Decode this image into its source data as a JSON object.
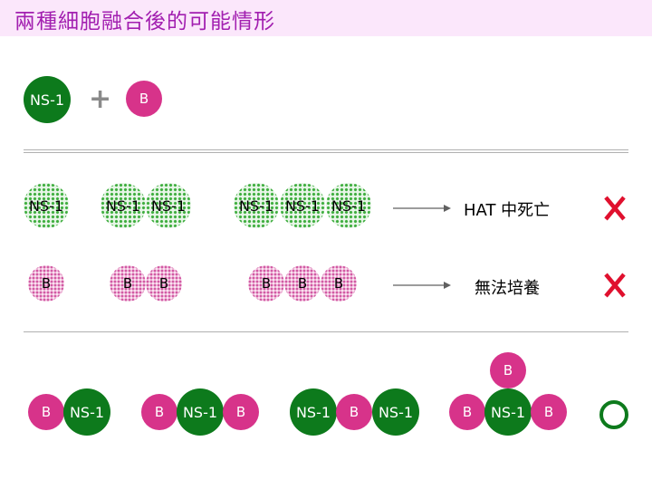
{
  "title": "兩種細胞融合後的可能情形",
  "cells": {
    "ns1": "NS-1",
    "b": "B"
  },
  "plus": "+",
  "results": {
    "ns1_row": "HAT 中死亡",
    "b_row": "無法培養"
  },
  "icons": {
    "fail": "red-x-icon",
    "success": "green-circle-icon"
  },
  "colors": {
    "title": "#a21fb0",
    "title_bg": "#fbe7fb",
    "ns1": "#0d7a1c",
    "b": "#d7338a",
    "fail": "#e0102e"
  }
}
